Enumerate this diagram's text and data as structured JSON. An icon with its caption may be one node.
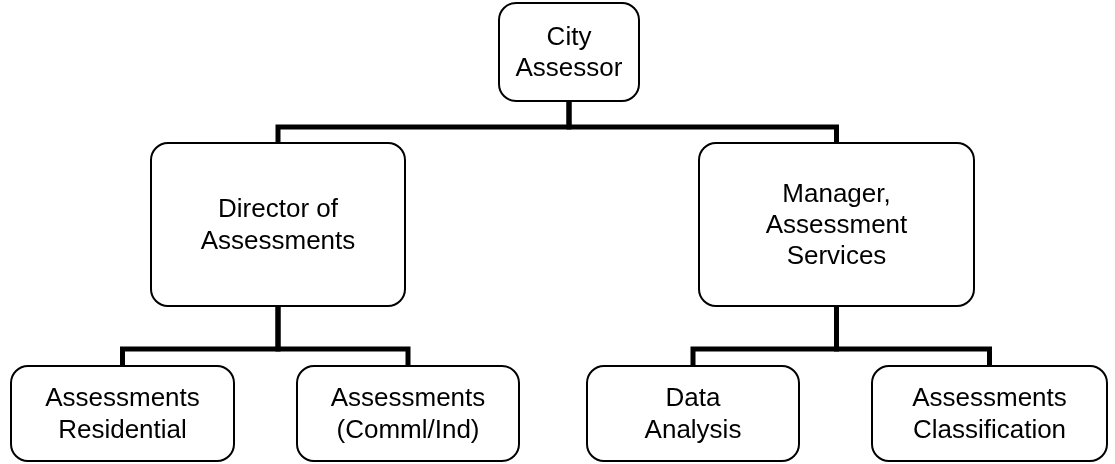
{
  "diagram": {
    "nodes": [
      {
        "text": [
          "City Assessor"
        ]
      },
      {
        "text": [
          "Director of Assessments"
        ]
      },
      {
        "text": [
          "Manager, Assessment Services"
        ]
      },
      {
        "text": [
          "Assessments Residential"
        ]
      },
      {
        "text": [
          "Assessments (Comml/Ind)"
        ]
      },
      {
        "text": [
          "Data Analysis"
        ]
      },
      {
        "text": [
          "Assessments Classification"
        ]
      }
    ],
    "edges": [
      {
        "from": 0,
        "to": 1,
        "arrow": "none"
      },
      {
        "from": 0,
        "to": 2,
        "arrow": "none"
      },
      {
        "from": 1,
        "to": 3,
        "arrow": "none"
      },
      {
        "from": 1,
        "to": 4,
        "arrow": "none"
      },
      {
        "from": 2,
        "to": 5,
        "arrow": "none"
      },
      {
        "from": 2,
        "to": 6,
        "arrow": "none"
      }
    ]
  }
}
